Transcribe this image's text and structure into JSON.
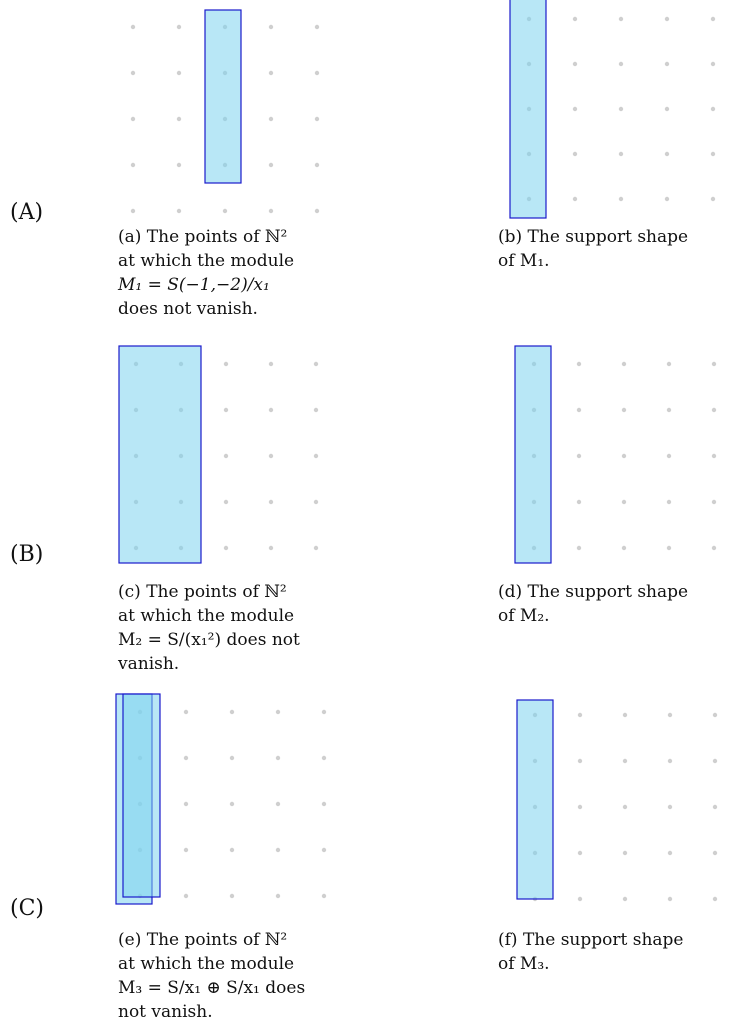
{
  "row_labels": [
    "(A)",
    "(B)",
    "(C)"
  ],
  "captions": {
    "a": [
      "(a) The points of ℕ²",
      "at which the module",
      "M₁  =  S(−1,−2)/x₁",
      "does not vanish."
    ],
    "b": [
      "(b) The support shape",
      "of M₁."
    ],
    "c": [
      "(c) The points of ℕ²",
      "at which the module",
      "M₂ = S/(x₁²) does not",
      "vanish."
    ],
    "d": [
      "(d) The support shape",
      "of M₂."
    ],
    "e": [
      "(e) The points of ℕ²",
      "at which the module",
      "M₃ = S/x₁ ⊕ S/x₁ does",
      "not vanish."
    ],
    "f": [
      "(f) The support shape",
      "of M₃."
    ]
  },
  "colors": {
    "dot": "#cfcfcf",
    "fill": "#7dd3ef",
    "stroke": "#1a1acc"
  }
}
